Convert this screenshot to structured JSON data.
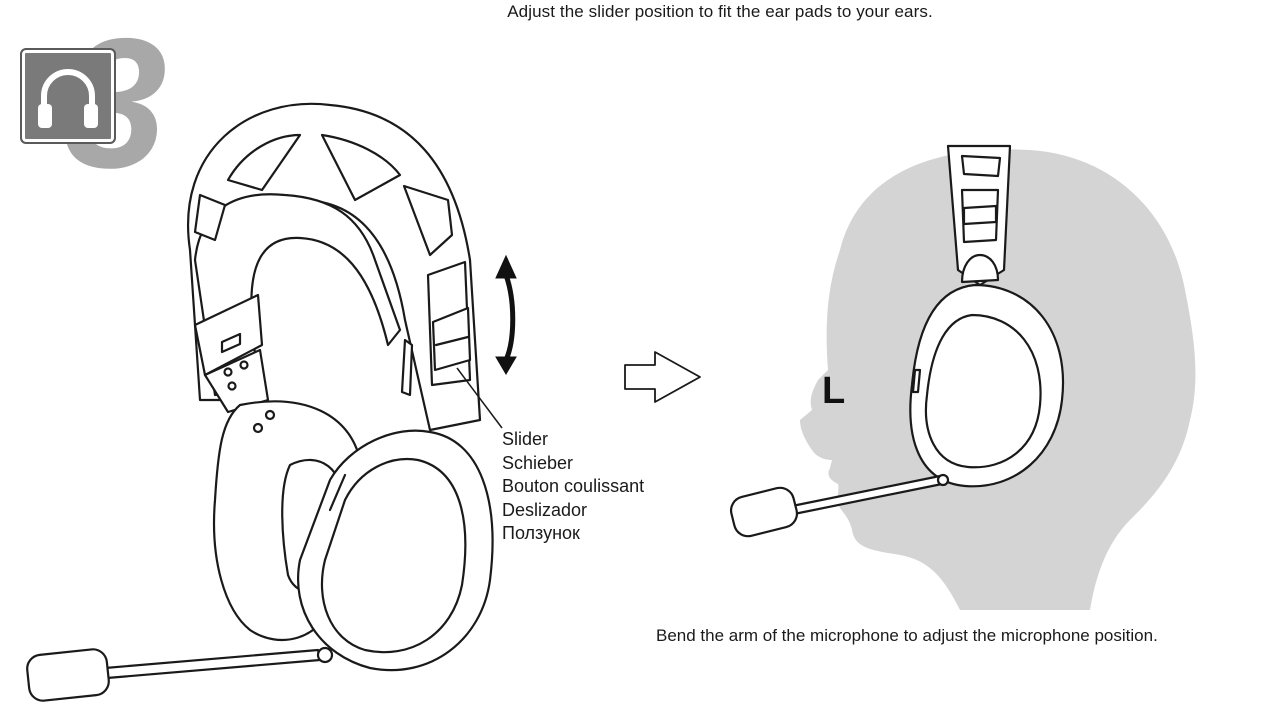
{
  "instructions": {
    "top": "Adjust the slider position to fit the ear pads to your ears.",
    "bottom": "Bend the arm of the microphone to adjust the microphone position."
  },
  "step": {
    "number": "3",
    "icon": "headphones-icon"
  },
  "slider_callout": {
    "labels": [
      "Slider",
      "Schieber",
      "Bouton coulissant",
      "Deslizador",
      "Ползунок"
    ]
  },
  "side_marker": "L",
  "colors": {
    "badge_fill": "#7a7a7a",
    "step_number": "#a8a8a8",
    "head_silhouette": "#d4d4d4",
    "line_art": "#1a1a1a"
  }
}
